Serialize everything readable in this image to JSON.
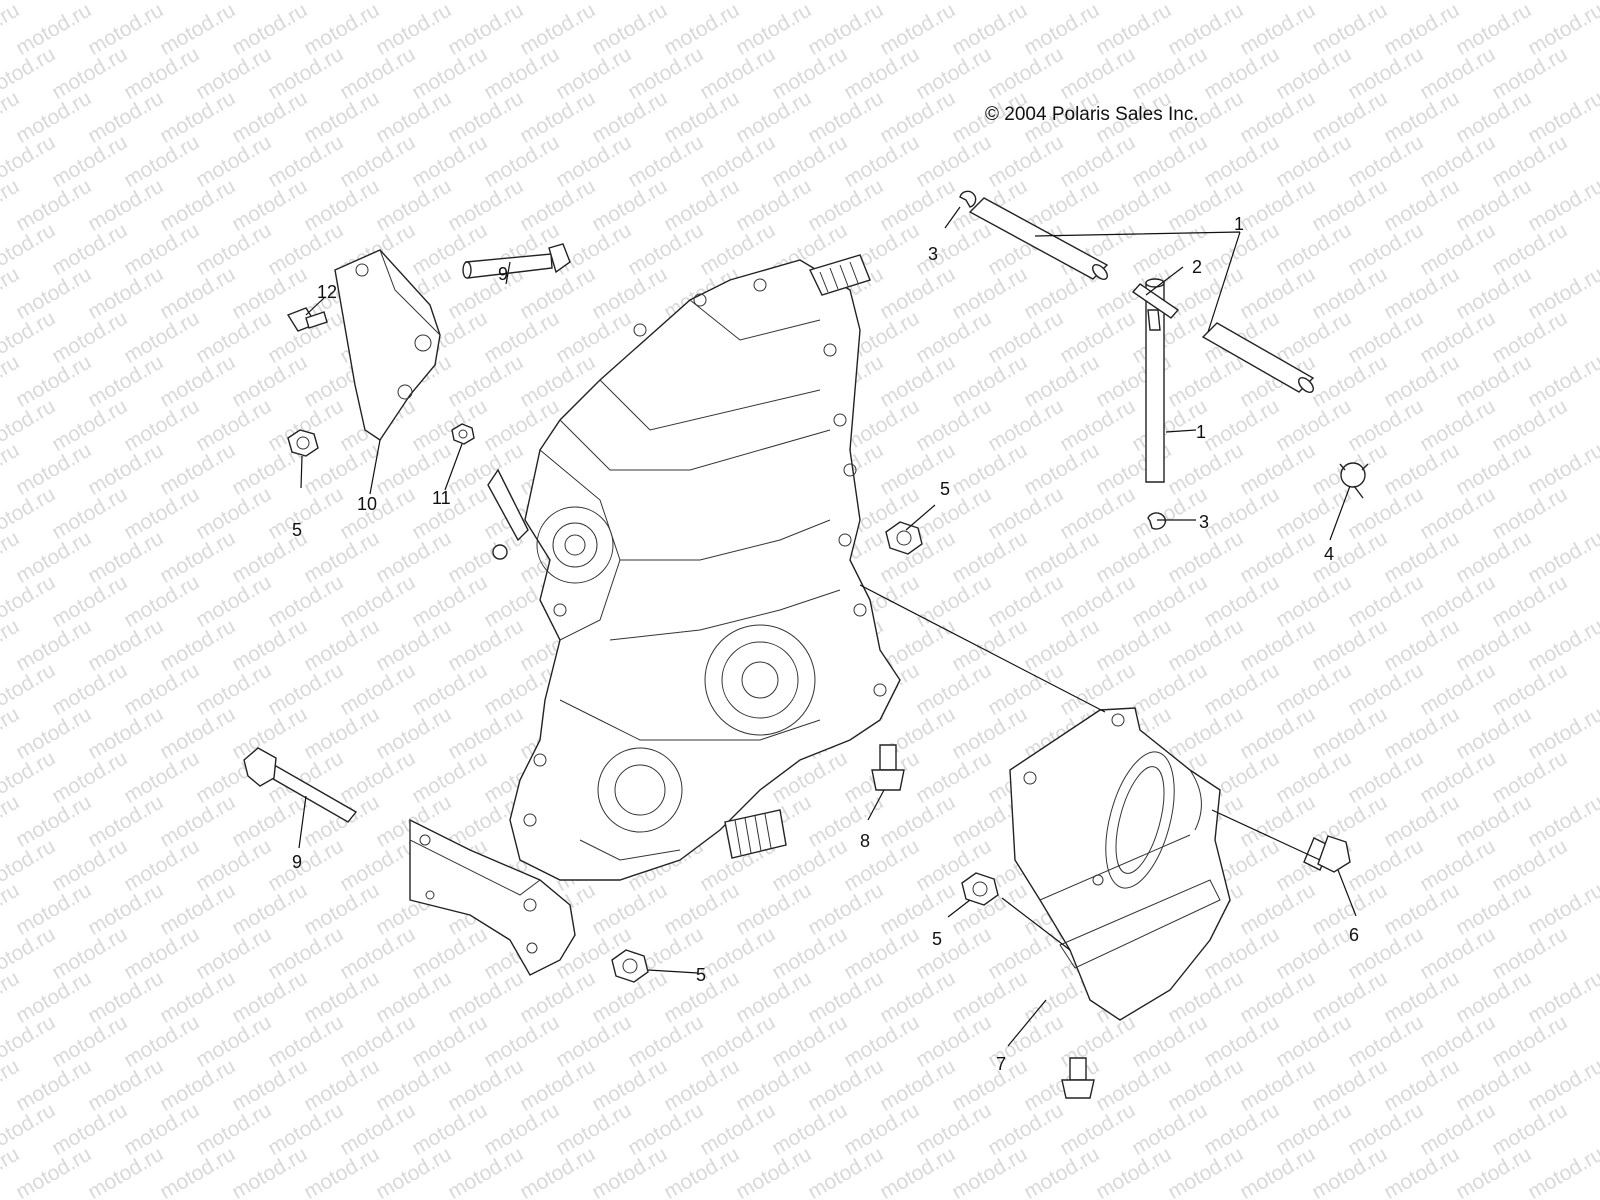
{
  "diagram": {
    "copyright": "© 2004 Polaris Sales Inc.",
    "watermark_text": "motod.ru",
    "callouts": [
      {
        "id": "c1a",
        "label": "1"
      },
      {
        "id": "c1b",
        "label": "1"
      },
      {
        "id": "c2",
        "label": "2"
      },
      {
        "id": "c3a",
        "label": "3"
      },
      {
        "id": "c3b",
        "label": "3"
      },
      {
        "id": "c4",
        "label": "4"
      },
      {
        "id": "c5a",
        "label": "5"
      },
      {
        "id": "c5b",
        "label": "5"
      },
      {
        "id": "c5c",
        "label": "5"
      },
      {
        "id": "c5d",
        "label": "5"
      },
      {
        "id": "c6",
        "label": "6"
      },
      {
        "id": "c7",
        "label": "7"
      },
      {
        "id": "c8",
        "label": "8"
      },
      {
        "id": "c9a",
        "label": "9"
      },
      {
        "id": "c9b",
        "label": "9"
      },
      {
        "id": "c10",
        "label": "10"
      },
      {
        "id": "c11",
        "label": "11"
      },
      {
        "id": "c12",
        "label": "12"
      }
    ]
  }
}
